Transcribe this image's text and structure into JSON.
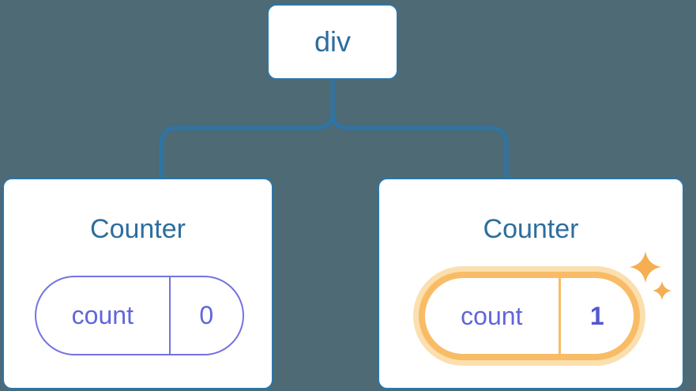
{
  "diagram": {
    "description": "React component tree with state",
    "root": {
      "label": "div"
    },
    "children": [
      {
        "title": "Counter",
        "state": {
          "key": "count",
          "value": "0"
        },
        "highlighted": false
      },
      {
        "title": "Counter",
        "state": {
          "key": "count",
          "value": "1"
        },
        "highlighted": true
      }
    ]
  },
  "icons": {
    "sparkle": "sparkle-icon"
  },
  "colors": {
    "bg": "#4d6a75",
    "line_blue": "#2e75a6",
    "node_text": "#2c6e9e",
    "purple_border": "#7373e0",
    "purple_text": "#6165dc",
    "purple_bold": "#5257d0",
    "orange_border": "#f8bc66",
    "orange_glow": "#fbdfae",
    "sparkle": "#f5ae52",
    "card_bg": "#ffffff"
  }
}
